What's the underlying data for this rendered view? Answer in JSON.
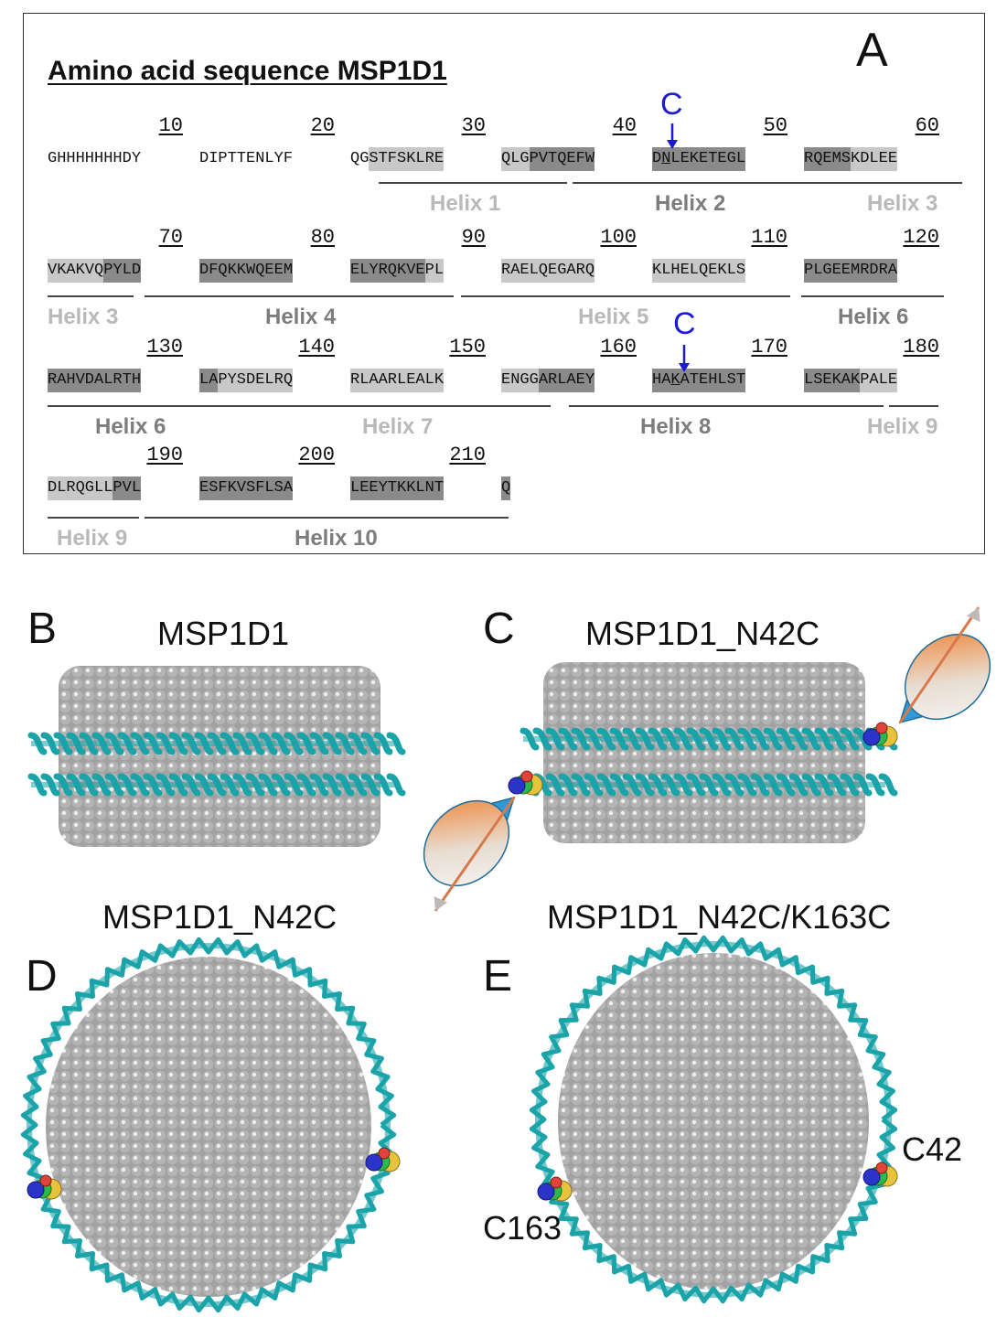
{
  "panel_a": {
    "label": "A",
    "title": "Amino acid sequence MSP1D1",
    "rows": [
      {
        "numbers": [
          "10",
          "20",
          "30",
          "40",
          "50",
          "60"
        ],
        "blocks": [
          [
            {
              "t": "GHHHHHHHDY",
              "s": "n"
            }
          ],
          [
            {
              "t": "DIPTTENLYF",
              "s": "n"
            }
          ],
          [
            {
              "t": "QG",
              "s": "n"
            },
            {
              "t": "STFSKLRE",
              "s": "l"
            }
          ],
          [
            {
              "t": "QLG",
              "s": "l"
            },
            {
              "t": "PVTQEFW",
              "s": "d"
            }
          ],
          [
            {
              "t": "D",
              "s": "d"
            },
            {
              "t": "N",
              "s": "d",
              "u": true
            },
            {
              "t": "LEKETEGL",
              "s": "d"
            }
          ],
          [
            {
              "t": "RQEMS",
              "s": "d"
            },
            {
              "t": "KDLEE",
              "s": "l"
            }
          ]
        ]
      },
      {
        "numbers": [
          "70",
          "80",
          "90",
          "100",
          "110",
          "120"
        ],
        "blocks": [
          [
            {
              "t": "VKAKVQ",
              "s": "l"
            },
            {
              "t": "PYLD",
              "s": "d"
            }
          ],
          [
            {
              "t": "DFQKKWQEEM",
              "s": "d"
            }
          ],
          [
            {
              "t": "ELYRQKVE",
              "s": "d"
            },
            {
              "t": "PL",
              "s": "l"
            }
          ],
          [
            {
              "t": "RAELQEGARQ",
              "s": "l"
            }
          ],
          [
            {
              "t": "KLHELQEKLS",
              "s": "l"
            }
          ],
          [
            {
              "t": "PLGEEMRDRA",
              "s": "d"
            }
          ]
        ]
      },
      {
        "numbers": [
          "130",
          "140",
          "150",
          "160",
          "170",
          "180"
        ],
        "blocks": [
          [
            {
              "t": "RAHVDALRTH",
              "s": "d"
            }
          ],
          [
            {
              "t": "LA",
              "s": "d"
            },
            {
              "t": "PYSDELRQ",
              "s": "l"
            }
          ],
          [
            {
              "t": "RLAARLEALK",
              "s": "l"
            }
          ],
          [
            {
              "t": "ENGG",
              "s": "l"
            },
            {
              "t": "ARLAEY",
              "s": "d"
            }
          ],
          [
            {
              "t": "HA",
              "s": "d"
            },
            {
              "t": "K",
              "s": "d",
              "u": true
            },
            {
              "t": "ATEHLST",
              "s": "d"
            }
          ],
          [
            {
              "t": "LSEKAK",
              "s": "d"
            },
            {
              "t": "PALE",
              "s": "l"
            }
          ]
        ]
      },
      {
        "numbers": [
          "190",
          "200",
          "210"
        ],
        "blocks": [
          [
            {
              "t": "DLRQGLL",
              "s": "l"
            },
            {
              "t": "PVL",
              "s": "d"
            }
          ],
          [
            {
              "t": "ESFKVSFLSA",
              "s": "d"
            }
          ],
          [
            {
              "t": "LEEYTKKLNT",
              "s": "d"
            }
          ],
          [
            {
              "t": "Q",
              "s": "d"
            }
          ]
        ]
      }
    ],
    "helices": [
      {
        "label": "Helix 1",
        "shade": "light"
      },
      {
        "label": "Helix 2",
        "shade": "dark"
      },
      {
        "label": "Helix 3",
        "shade": "light"
      },
      {
        "label": "Helix 3",
        "shade": "light"
      },
      {
        "label": "Helix 4",
        "shade": "dark"
      },
      {
        "label": "Helix 5",
        "shade": "light"
      },
      {
        "label": "Helix 6",
        "shade": "dark"
      },
      {
        "label": "Helix 6",
        "shade": "dark"
      },
      {
        "label": "Helix 7",
        "shade": "light"
      },
      {
        "label": "Helix 8",
        "shade": "dark"
      },
      {
        "label": "Helix 9",
        "shade": "light"
      },
      {
        "label": "Helix 9",
        "shade": "light"
      },
      {
        "label": "Helix 10",
        "shade": "dark"
      }
    ],
    "mutation_marks": [
      "C",
      "C"
    ]
  },
  "panel_b": {
    "label": "B",
    "title": "MSP1D1"
  },
  "panel_c": {
    "label": "C",
    "title": "MSP1D1_N42C"
  },
  "panel_d": {
    "label": "D",
    "title": "MSP1D1_N42C"
  },
  "panel_e": {
    "label": "E",
    "title": "MSP1D1_N42C/K163C",
    "site_labels": [
      "C42",
      "C163"
    ]
  },
  "colors": {
    "belt": "#1aa3a8",
    "lipid": "#b4b4b4",
    "cone": "#2f9ad8",
    "mutation_arrow": "#1b1bd6",
    "helix_light": "#c8c8c8",
    "helix_dark": "#8a8a8a"
  }
}
